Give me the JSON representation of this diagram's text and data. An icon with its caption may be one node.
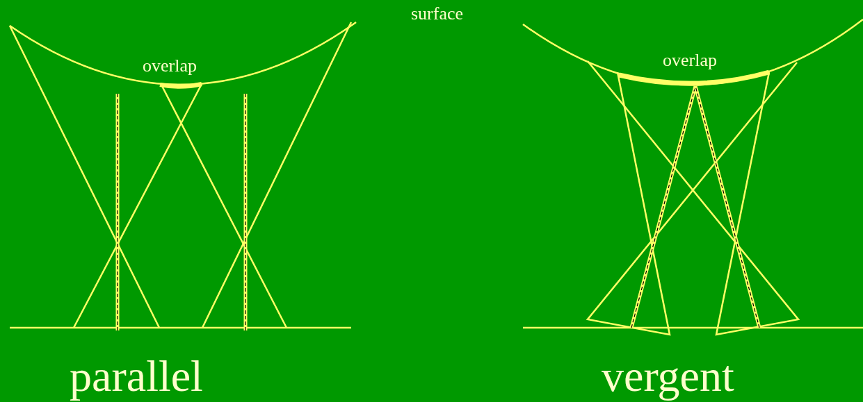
{
  "diagram": {
    "labels": [
      "surface",
      "overlap",
      "overlap",
      "parallel",
      "vergent"
    ]
  }
}
